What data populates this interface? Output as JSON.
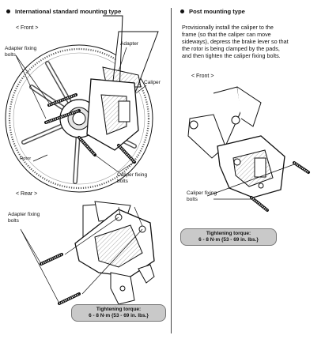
{
  "left": {
    "title": "International standard mounting type",
    "front": {
      "label": "< Front >",
      "adapter_fixing_bolts": [
        "Adapter fixing",
        "bolts"
      ],
      "adapter": "Adapter",
      "caliper": "Caliper",
      "rotor": "Rotor",
      "caliper_fixing_bolts": [
        "Caliper fixing",
        "bolts"
      ]
    },
    "rear": {
      "label": "< Rear >",
      "adapter_fixing_bolts": [
        "Adapter fixing",
        "bolts"
      ]
    },
    "torque": [
      "Tightening torque:",
      "6 - 8 N·m {53 - 69 in. lbs.}"
    ]
  },
  "right": {
    "title": "Post mounting type",
    "instructions": [
      "Provisionally install the caliper to the",
      "frame (so that the caliper can move",
      "sideways), depress the brake lever so that",
      "the rotor is being clamped by the pads,",
      "and then tighten the caliper fixing bolts."
    ],
    "front_label": "< Front >",
    "caliper_fixing_bolts": [
      "Caliper fixing",
      "bolts"
    ],
    "torque": [
      "Tightening torque:",
      "6 - 8 N·m {53 - 69 in. lbs.}"
    ]
  }
}
